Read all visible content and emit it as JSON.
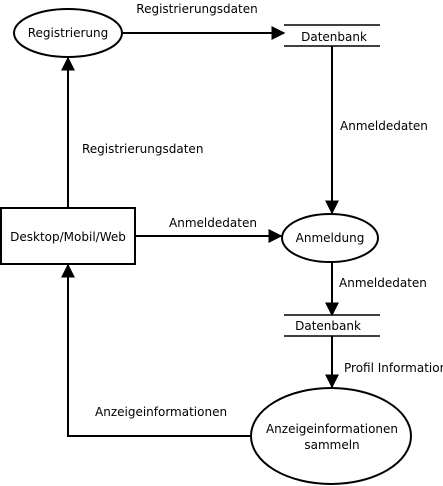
{
  "nodes": {
    "registrierung": {
      "label": "Registrierung"
    },
    "datenbank_top": {
      "label": "Datenbank"
    },
    "client": {
      "label": "Desktop/Mobil/Web"
    },
    "anmeldung": {
      "label": "Anmeldung"
    },
    "datenbank_mid": {
      "label": "Datenbank"
    },
    "sammeln": {
      "line1": "Anzeigeinformationen",
      "line2": "sammeln"
    }
  },
  "edges": {
    "reg_to_db": "Registrierungsdaten",
    "client_to_reg": "Registrierungsdaten",
    "db_to_anmeldung": "Anmeldedaten",
    "client_to_anmeldung": "Anmeldedaten",
    "anmeldung_to_db": "Anmeldedaten",
    "db_to_sammeln": "Profil Information",
    "sammeln_to_client": "Anzeigeinformationen"
  },
  "colors": {
    "stroke": "#000000",
    "background": "#ffffff"
  }
}
